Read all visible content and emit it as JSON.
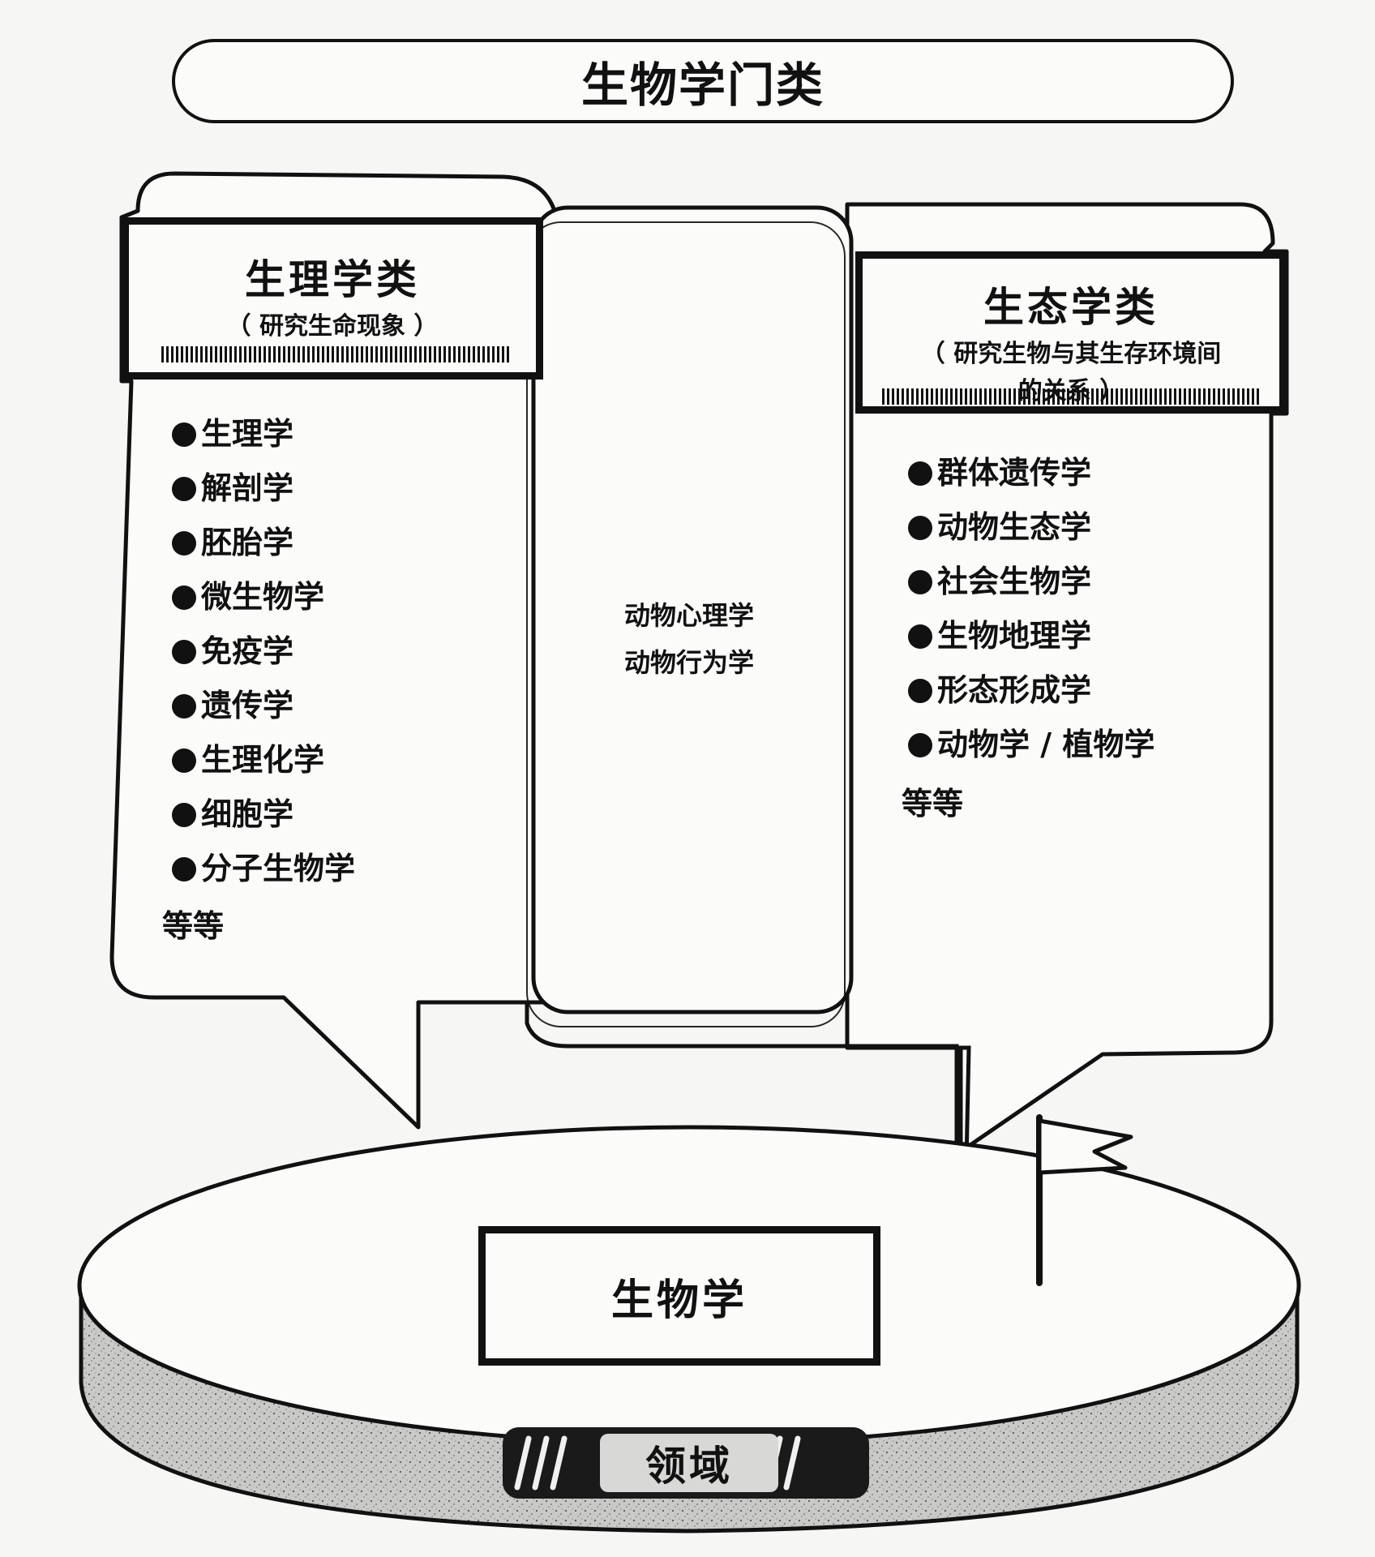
{
  "title": "生物学门类",
  "physiology": {
    "heading": "生理学类",
    "subheading": "（ 研究生命现象 ）",
    "items": [
      "生理学",
      "解剖学",
      "胚胎学",
      "微生物学",
      "免疫学",
      "遗传学",
      "生理化学",
      "细胞学",
      "分子生物学"
    ],
    "etc": "等等"
  },
  "middle": {
    "lines": [
      "动物心理学",
      "动物行为学"
    ]
  },
  "ecology": {
    "heading": "生态学类",
    "subheading_line1": "（ 研究生物与其生存环境间",
    "subheading_line2": "的关系 ）",
    "items": [
      "群体遗传学",
      "动物生态学",
      "社会生物学",
      "生物地理学",
      "形态形成学",
      "动物学 / 植物学"
    ],
    "etc": "等等"
  },
  "platform": {
    "label": "生物学",
    "band_label": "领域",
    "band_marks": "///"
  }
}
